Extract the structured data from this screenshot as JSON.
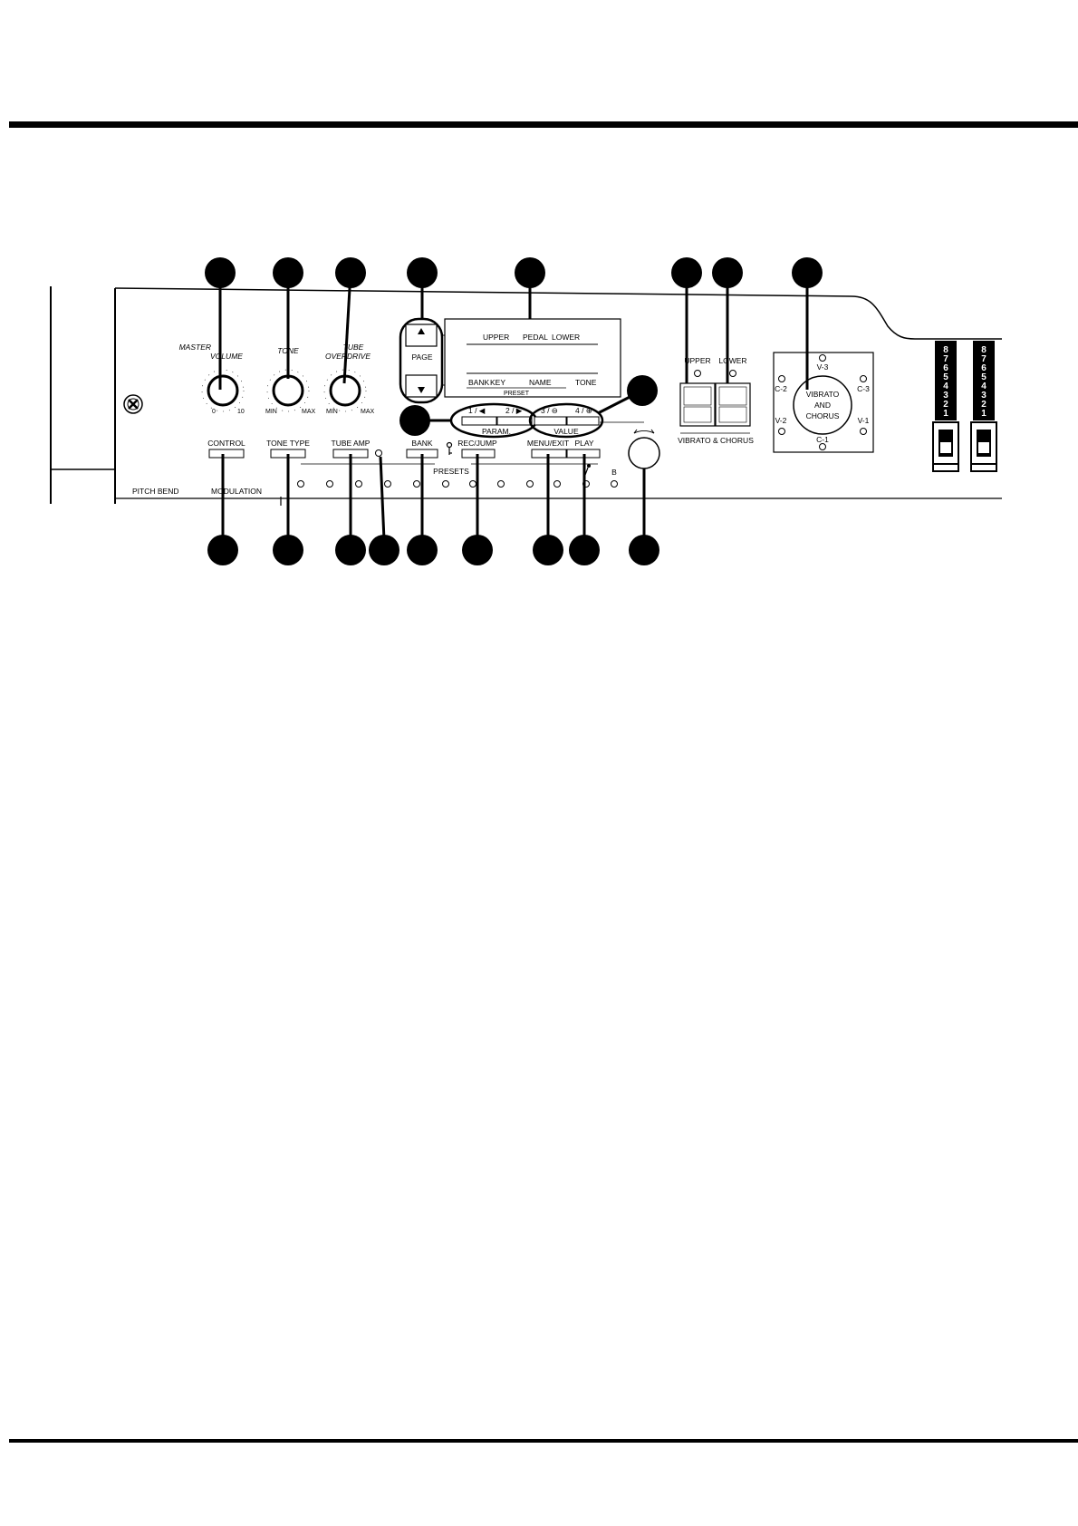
{
  "panel": {
    "knobs": {
      "master_volume": [
        "MASTER",
        "VOLUME"
      ],
      "master_scale_min": "0",
      "master_scale_max": "10",
      "tone": "TONE",
      "tube_overdrive": [
        "TUBE",
        "OVERDRIVE"
      ],
      "scale_min": "MIN",
      "scale_max": "MAX"
    },
    "page_button": "PAGE",
    "display": {
      "top_labels": [
        "UPPER",
        "PEDAL",
        "LOWER"
      ],
      "bottom_labels": [
        "BANK",
        "KEY",
        "NAME",
        "TONE"
      ],
      "preset_label": "PRESET"
    },
    "param": {
      "btn1": "1 / ◀",
      "btn2": "2 / ▶",
      "label": "PARAM."
    },
    "value": {
      "btn3": "3 / ⊖",
      "btn4": "4 / ⊕",
      "label": "VALUE"
    },
    "buttons": {
      "control": "CONTROL",
      "tone_type": "TONE TYPE",
      "tube_amp": "TUBE AMP",
      "bank": "BANK",
      "rec_jump": "REC/JUMP",
      "menu_exit": "MENU/EXIT",
      "play": "PLAY"
    },
    "presets_label": "PRESETS",
    "preset_b": "B",
    "pitch_bend": "PITCH BEND",
    "modulation": "MODULATION",
    "vibrato_chorus": {
      "upper": "UPPER",
      "lower": "LOWER",
      "label": "VIBRATO & CHORUS",
      "knob_text": [
        "VIBRATO",
        "AND",
        "CHORUS"
      ],
      "positions": {
        "v3": "V-3",
        "c2": "C-2",
        "c3": "C-3",
        "v2": "V-2",
        "v1": "V-1",
        "c1": "C-1"
      }
    },
    "drawbar_numbers": [
      "8",
      "7",
      "6",
      "5",
      "4",
      "3",
      "2",
      "1"
    ]
  },
  "colors": {
    "ink": "#000000",
    "paper": "#ffffff"
  }
}
